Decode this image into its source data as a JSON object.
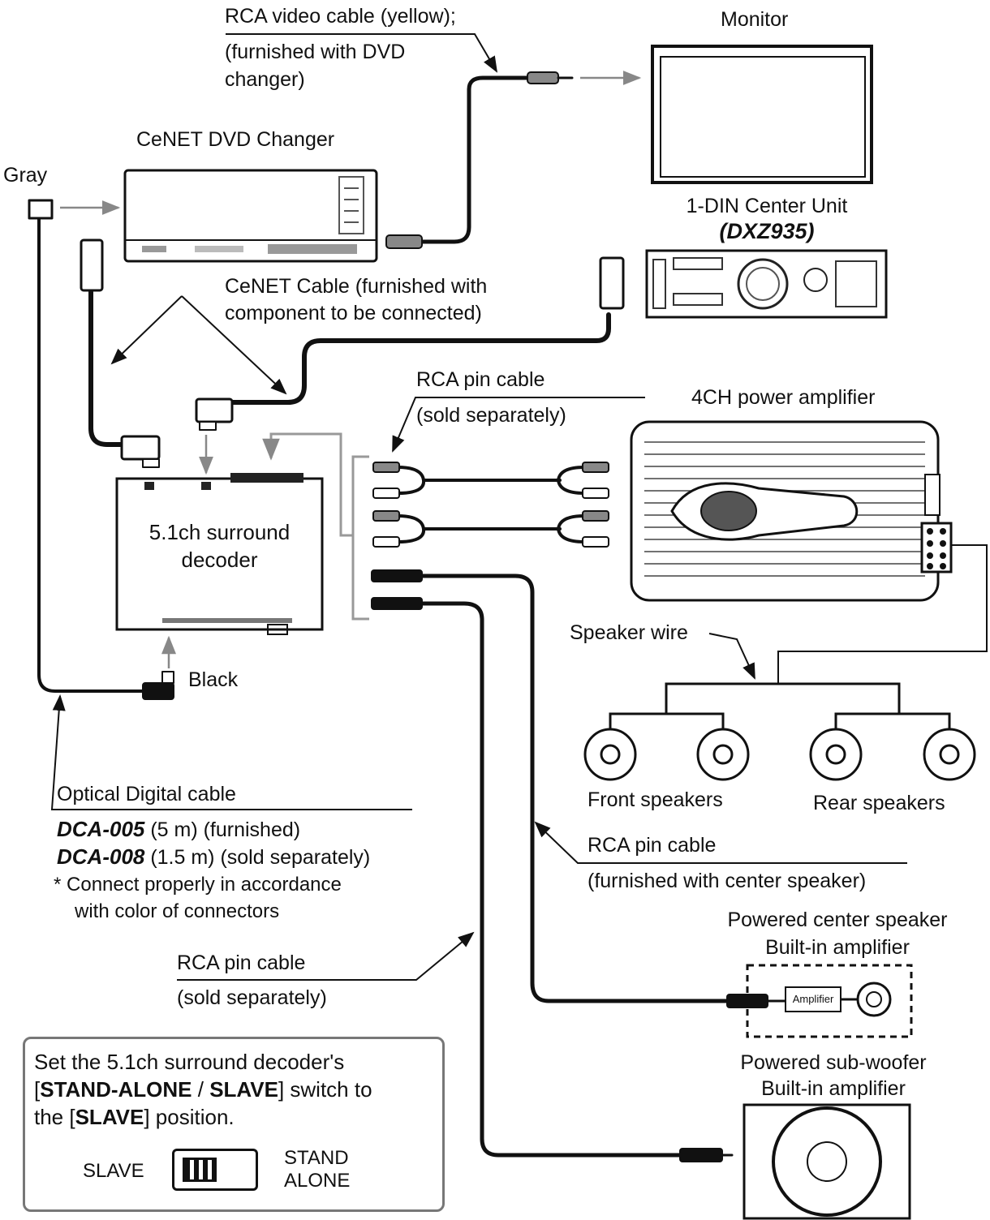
{
  "labels": {
    "rca_video": "RCA video cable (yellow);",
    "rca_video_note_1": "(furnished with DVD",
    "rca_video_note_2": "changer)",
    "monitor": "Monitor",
    "dvd_changer": "CeNET DVD Changer",
    "gray": "Gray",
    "center_unit": "1-DIN Center Unit",
    "center_unit_model": "(DXZ935)",
    "cenet_cable_1": "CeNET Cable (furnished with",
    "cenet_cable_2": "component to be connected)",
    "rca_pin_1": "RCA pin cable",
    "rca_pin_1_note": "(sold separately)",
    "power_amp": "4CH power amplifier",
    "decoder_1": "5.1ch surround",
    "decoder_2": "decoder",
    "speaker_wire": "Speaker wire",
    "black": "Black",
    "front_speakers": "Front speakers",
    "rear_speakers": "Rear speakers",
    "optical": "Optical Digital cable",
    "dca005_model": "DCA-005",
    "dca005_rest": "(5 m) (furnished)",
    "dca008_model": "DCA-008",
    "dca008_rest": "(1.5 m)  (sold separately)",
    "connect_1": "*  Connect properly in accordance",
    "connect_2": "with color of connectors",
    "rca_pin_2": "RCA pin cable",
    "rca_pin_2_note": "(furnished with center speaker)",
    "center_speaker_1": "Powered center speaker",
    "center_speaker_2": "Built-in amplifier",
    "amplifier": "Amplifier",
    "rca_pin_3": "RCA pin cable",
    "rca_pin_3_note": "(sold separately)",
    "subwoofer_1": "Powered sub-woofer",
    "subwoofer_2": "Built-in amplifier"
  },
  "note": {
    "line1": "Set the 5.1ch surround decoder's",
    "bracket_open": "[",
    "standalone": "STAND-ALONE",
    "slash": " / ",
    "slave_bold": "SLAVE",
    "line2_end": "] switch to",
    "line3_start": "the [",
    "slave_bold_2": "SLAVE",
    "line3_end": "] position.",
    "switch_left": "SLAVE",
    "switch_right_1": "STAND",
    "switch_right_2": "ALONE"
  }
}
